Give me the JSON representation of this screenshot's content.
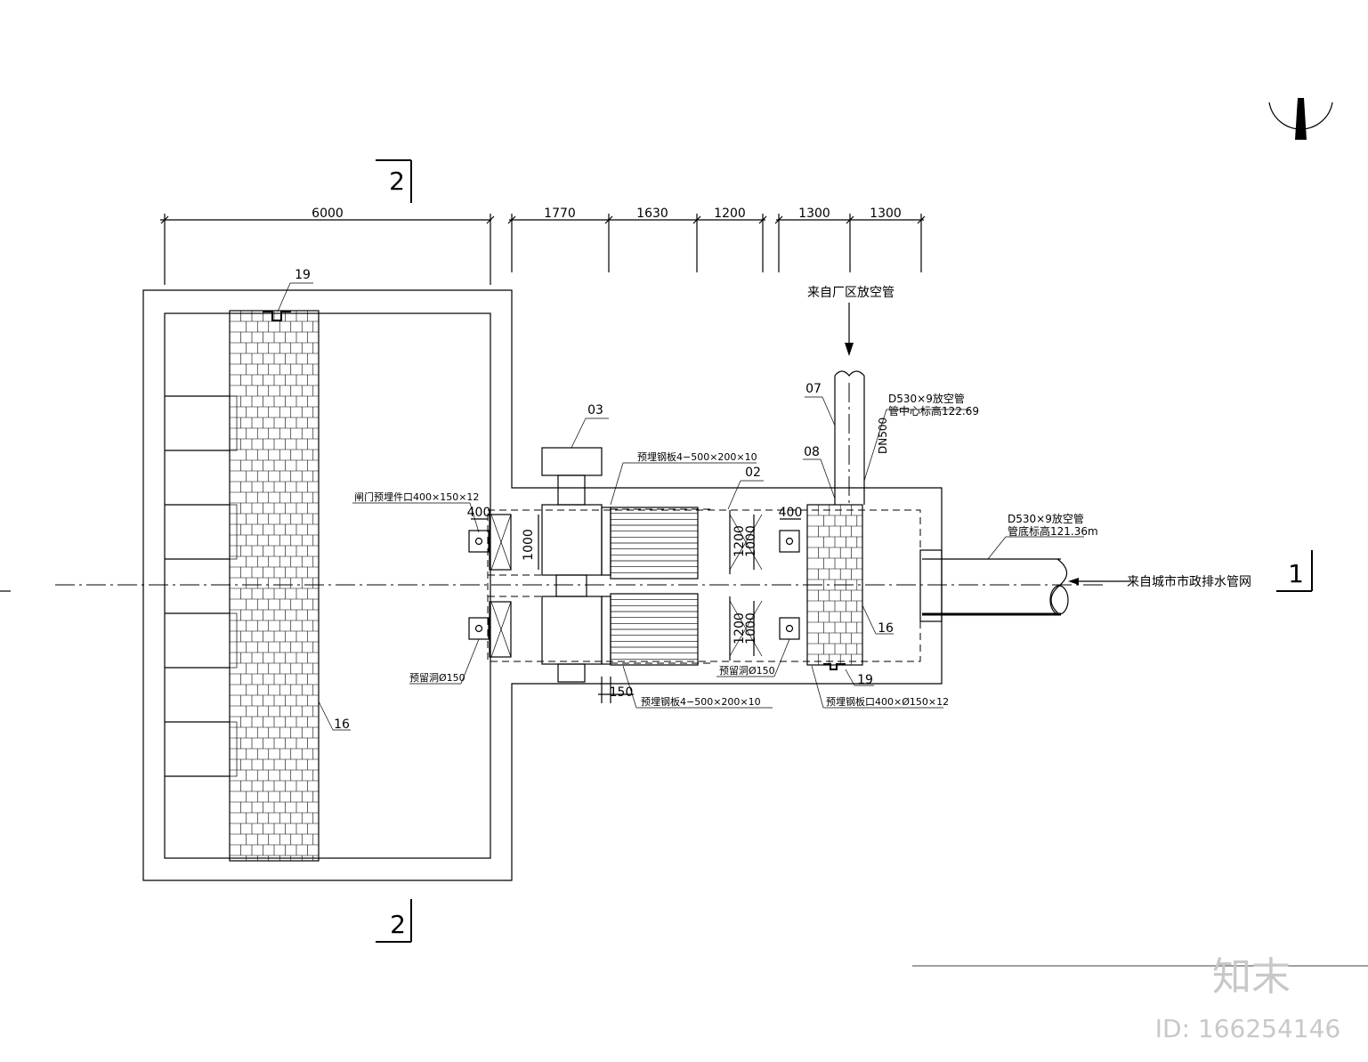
{
  "dimensions": {
    "overall": "6000",
    "spans": [
      "1770",
      "1630",
      "1200",
      "1300",
      "1300"
    ],
    "opening_width": "400",
    "opening_width_right": "400",
    "gate_height_left": "1000",
    "gate_outer_upper": "1200",
    "gate_inner_upper": "1000",
    "gate_outer_lower": "1200",
    "gate_inner_lower": "1000",
    "bottom_gap": "150"
  },
  "section_marks": {
    "section_2_top": "2",
    "section_2_bottom": "2",
    "section_1_right": "1"
  },
  "item_tags": {
    "tag_19_top": "19",
    "tag_19_bottom": "19",
    "tag_16_left": "16",
    "tag_16_right": "16",
    "tag_03": "03",
    "tag_02": "02",
    "tag_07": "07",
    "tag_08": "08"
  },
  "annotations": {
    "from_plant_vent": "来自厂区放空管",
    "from_city_drain": "来自城市市政排水管网",
    "vent_pipe_spec": "D530×9放空管",
    "vent_pipe_elev": "管中心标高122.69",
    "vent_pipe_dn": "DN500",
    "drain_pipe_spec": "D530×9放空管",
    "drain_pipe_elev": "管底标高121.36m",
    "gate_embed_left": "闸门预埋件口400×150×12",
    "embed_plate_upper": "预埋钢板4−500×200×10",
    "embed_plate_lower": "预埋钢板4−500×200×10",
    "pipe_hole_left": "预留洞Ø150",
    "pipe_hole_right": "预留洞Ø150",
    "embed_plate_right": "预埋钢板口400×Ø150×12"
  },
  "watermark": {
    "logo": "知末",
    "id": "ID: 166254146"
  }
}
